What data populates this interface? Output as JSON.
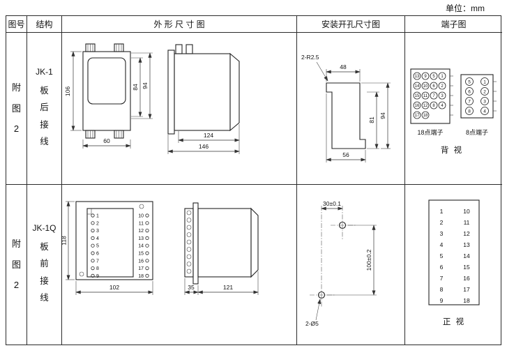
{
  "unit_label": "单位：mm",
  "headers": {
    "fig_no": "图号",
    "structure": "结构",
    "outline": "外 形 尺 寸 图",
    "mounting": "安装开孔尺寸图",
    "terminal": "端子图"
  },
  "row1": {
    "fig_no": "附图2",
    "model": "JK-1",
    "wiring": "板后接线",
    "outline_dims": {
      "height": "106",
      "inner_height": "84",
      "outer_height": "94",
      "width": "60",
      "body_length": "124",
      "total_length": "146"
    },
    "mounting_dims": {
      "corner_note": "2-R2.5",
      "top_width": "48",
      "inner_height": "81",
      "outer_height": "94",
      "bottom_width": "56"
    },
    "terminal18": {
      "label": "18点端子",
      "numbers": [
        "13",
        "9",
        "5",
        "1",
        "14",
        "10",
        "6",
        "2",
        "15",
        "11",
        "7",
        "3",
        "16",
        "12",
        "8",
        "4",
        "17",
        "18"
      ]
    },
    "terminal8": {
      "label": "8点端子",
      "numbers": [
        "5",
        "1",
        "6",
        "2",
        "7",
        "3",
        "8",
        "4"
      ]
    },
    "view_label": "背 视"
  },
  "row2": {
    "fig_no": "附图2",
    "model": "JK-1Q",
    "wiring": "板前接线",
    "outline_dims": {
      "height": "118",
      "width": "102",
      "socket_depth": "35",
      "body_length": "121"
    },
    "front_left_terminals": [
      "1",
      "2",
      "3",
      "4",
      "5",
      "6",
      "7",
      "8",
      "9"
    ],
    "front_right_terminals": [
      "10",
      "11",
      "12",
      "13",
      "14",
      "15",
      "16",
      "17",
      "18"
    ],
    "mounting_dims": {
      "hole_spacing_h": "30±0.1",
      "hole_spacing_v": "100±0.2",
      "hole_note": "2-Ø5"
    },
    "terminal_box": {
      "left": [
        "1",
        "2",
        "3",
        "4",
        "5",
        "6",
        "7",
        "8",
        "9"
      ],
      "right": [
        "10",
        "11",
        "12",
        "13",
        "14",
        "15",
        "16",
        "17",
        "18"
      ]
    },
    "view_label": "正 视"
  }
}
